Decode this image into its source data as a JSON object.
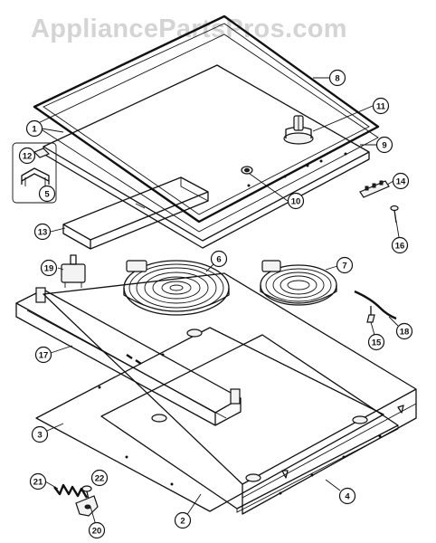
{
  "watermark": "AppliancePartsPros.com",
  "callouts": [
    {
      "id": "c8",
      "label": "8"
    },
    {
      "id": "c11",
      "label": "11"
    },
    {
      "id": "c1",
      "label": "1"
    },
    {
      "id": "c9",
      "label": "9"
    },
    {
      "id": "c12",
      "label": "12"
    },
    {
      "id": "c5",
      "label": "5"
    },
    {
      "id": "c10",
      "label": "10"
    },
    {
      "id": "c14",
      "label": "14"
    },
    {
      "id": "c13",
      "label": "13"
    },
    {
      "id": "c16",
      "label": "16"
    },
    {
      "id": "c6",
      "label": "6"
    },
    {
      "id": "c7",
      "label": "7"
    },
    {
      "id": "c19",
      "label": "19"
    },
    {
      "id": "c18",
      "label": "18"
    },
    {
      "id": "c15",
      "label": "15"
    },
    {
      "id": "c17",
      "label": "17"
    },
    {
      "id": "c3",
      "label": "3"
    },
    {
      "id": "c4",
      "label": "4"
    },
    {
      "id": "c2",
      "label": "2"
    },
    {
      "id": "c21",
      "label": "21"
    },
    {
      "id": "c22",
      "label": "22"
    },
    {
      "id": "c20",
      "label": "20"
    }
  ]
}
